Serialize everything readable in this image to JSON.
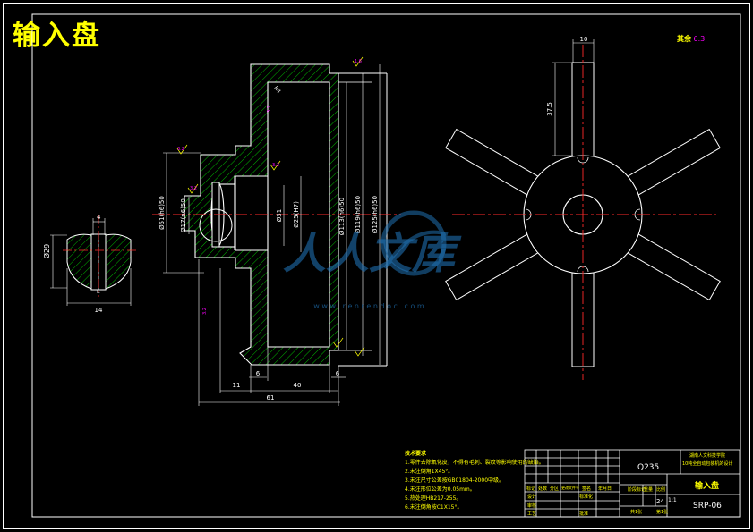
{
  "title": "输入盘",
  "roughness": {
    "label": "其余",
    "value": "6.3"
  },
  "watermark": {
    "brand": "人人文库",
    "url": "w w w . r e n r e n d o c . c o m"
  },
  "dims": {
    "hub_width": "4",
    "hub_dia": "Ø29",
    "hub_len": "14",
    "hub_tooth": "E",
    "d51": "Ø51(h6)50",
    "d17": "Ø17(n6)50",
    "d31": "Ø31",
    "d25": "Ø25(H7)",
    "d113": "Ø113(h6)50",
    "d119": "Ø119(h6)50",
    "d125": "Ø125(h6)50",
    "r4": "R4",
    "l11": "11",
    "l40": "40",
    "l6a": "6",
    "l6b": "6",
    "l61": "61",
    "l10": "10",
    "l375": "37.5",
    "ra_a": "1.6",
    "ra_b": "3.2",
    "ra_c": "3.2",
    "ra_d": "3.2",
    "ra_e": "3.2",
    "ra_f": "3.2"
  },
  "notes": {
    "header": "技术要求",
    "items": [
      "1.零件去除氧化皮，不得有毛刺、裂纹等影响使用的缺陷。",
      "2.未注倒角1X45°。",
      "3.未注尺寸公差按GB01804-2000中级。",
      "4.未注形位公差为0.05mm。",
      "5.热处理HB217-255。",
      "6.未注倒角按C1X15°。"
    ]
  },
  "title_block": {
    "material": "Q235",
    "school": "湖南人文科技学院",
    "project": "10吨全自动包装机的设计",
    "part_name": "输入盘",
    "drawing_no": "SRP-06",
    "scale": "1:1",
    "sheet_count": "24",
    "sheets_label": "共1张",
    "sheet_label": "第1张",
    "row_labels": [
      "标记",
      "处数",
      "分区",
      "更改文件号",
      "签名",
      "年月日"
    ],
    "role_labels": [
      "设计",
      "审核",
      "工艺",
      "批准"
    ],
    "std_label": "标准化",
    "stage_label": "阶段标记",
    "weight_label": "重量",
    "scale_label": "比例"
  }
}
